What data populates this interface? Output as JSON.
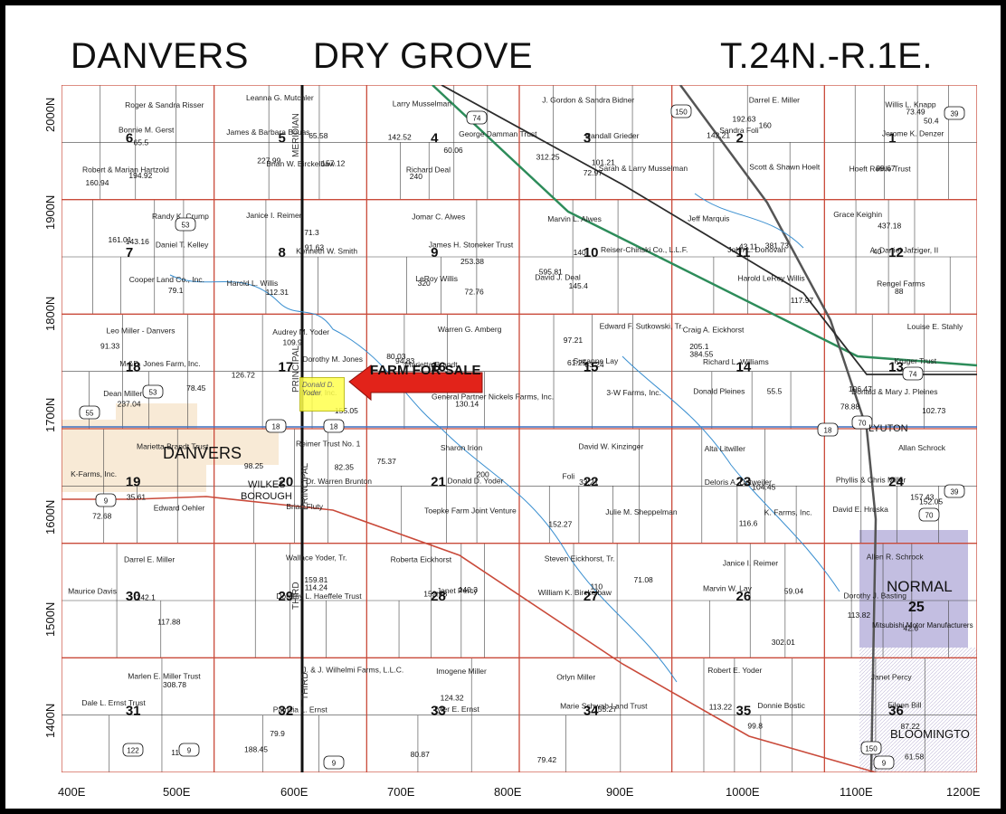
{
  "titles": {
    "left": "DANVERS",
    "center": "DRY GROVE",
    "right": "T.24N.-R.1E."
  },
  "y_axis": [
    "2000N",
    "1900N",
    "1800N",
    "1700N",
    "1600N",
    "1500N",
    "1400N"
  ],
  "x_axis": [
    "400E",
    "500E",
    "600E",
    "700E",
    "800E",
    "900E",
    "1000E",
    "1100E",
    "1200E"
  ],
  "callout": {
    "label": "FARM FOR SALE",
    "parcel": "Donald D. Yoder"
  },
  "places": {
    "danvers": "DANVERS",
    "wilkes": "WILKES",
    "borough": "BOROUGH",
    "normal": "NORMAL",
    "normal_num": "25",
    "mitsubishi": "Mitsubishi Motor Manufacturers",
    "lyuton": "LYUTON",
    "bloomington": "BLOOMINGTO"
  },
  "roads": {
    "meridian": "MERIDIAN",
    "principal": "PRINCIPAL",
    "third": "THIRD"
  },
  "highways": [
    "74",
    "150",
    "18",
    "9",
    "122",
    "53",
    "55",
    "70",
    "39"
  ],
  "sections": [
    "1",
    "2",
    "3",
    "4",
    "5",
    "6",
    "7",
    "8",
    "9",
    "10",
    "11",
    "12",
    "13",
    "14",
    "15",
    "16",
    "17",
    "18",
    "19",
    "20",
    "21",
    "22",
    "23",
    "24",
    "25",
    "26",
    "27",
    "28",
    "29",
    "30",
    "31",
    "32",
    "33",
    "34",
    "35",
    "36"
  ],
  "owners": [
    "Roger & Sandra Risser",
    "Leanna G. Mutchler",
    "Larry Musselman",
    "J. Gordon & Sandra Bidner",
    "Darrel E. Miller",
    "Willis L. Knapp",
    "Randy K. Crump",
    "Janice I. Reimer",
    "Jomar C. Alwes",
    "Marvin L. Alwes",
    "Jeff Marquis",
    "Grace Keighin",
    "Leo Miller - Danvers",
    "Audrey M. Yoder",
    "Warren G. Amberg",
    "Edward F. Sutkowski, Tr.",
    "Craig A. Eickhorst",
    "Louise E. Stahly",
    "Marietta Brandt Trust",
    "Reimer Trust No. 1",
    "Sharon Irion",
    "David W. Kinzinger",
    "Alta Litwiller",
    "Allan Schrock",
    "Darrel E. Miller",
    "Wallace Yoder, Tr.",
    "Roberta Eickhorst",
    "Steven Eickhorst, Tr.",
    "Janice I. Reimer",
    "Allen R. Schrock",
    "Marlen E. Miller Trust",
    "J. & J. Wilhelmi Farms, L.L.C.",
    "Imogene Miller",
    "Orlyn Miller",
    "Robert E. Yoder",
    "Janet Percy",
    "Bonnie M. Gerst",
    "James & Barbara Bouas",
    "George Damman Trust",
    "Randall Grieder",
    "Sandra Foli",
    "Jerome K. Denzer",
    "Daniel T. Kelley",
    "Kenneth W. Smith",
    "James H. Stoneker Trust",
    "Reiser-Chinski Co., L.L.F.",
    "John L. Donovan",
    "A. Daniel Jafziger, II",
    "M.&D. Jones Farm, Inc.",
    "Dorothy M. Jones",
    "Marietta Brandt",
    "Suzanne Lay",
    "Richard L. Williams",
    "Kruger Trust",
    "K-Farms, Inc.",
    "Dr. Warren Brunton",
    "Donald D. Yoder",
    "Foli",
    "Deloris A. Detweiler",
    "Phyllis & Chris Miller",
    "Maurice Davis",
    "Dorothy L. Haeffele Trust",
    "Janet Percy",
    "William K. Birckelbaw",
    "Marvin W. Lay",
    "Dorothy J. Basting",
    "Dale L. Ernst Trust",
    "Patricia L. Ernst",
    "Tyler E. Ernst",
    "Marie Schwab Land Trust",
    "Donnie Bostic",
    "Eileen Bill",
    "Robert & Marian Hartzold",
    "Brian W. Birckelbaw",
    "Richard Deal",
    "Sarah & Larry Musselman",
    "Scott & Shawn Hoelt",
    "Hoeft Reinle Trust",
    "Cooper Land Co., Inc.",
    "Harold L. Willis",
    "LeRoy Willis",
    "David J. Deal",
    "Harold LeRoy Willis",
    "Rengel Farms",
    "Dean Miller",
    "Kaco, Inc.",
    "General Partner Nickels Farms, Inc.",
    "3-W Farms, Inc.",
    "Donald Pleines",
    "Donald & Mary J. Pleines",
    "Edward Oehler",
    "Brian Fluty",
    "Toepke Farm Joint Venture",
    "Julie M. Sheppelman",
    "K. Farms, Inc.",
    "David E. Hruska"
  ],
  "acreages": [
    "160.94",
    "157.12",
    "60.06",
    "101.21",
    "192.63",
    "73.49",
    "79.1",
    "71.3",
    "72.76",
    "145.4",
    "117.97",
    "40",
    "237.04",
    "109.9",
    "130.14",
    "61.25",
    "55.5",
    "106.47",
    "35.61",
    "82.35",
    "75.37",
    "152.27",
    "116.6",
    "157.43",
    "117.88",
    "159.81",
    "152.38",
    "110",
    "59.04",
    "42.6",
    "117.92",
    "79.9",
    "124.32",
    "79.42",
    "99.8",
    "61.58",
    "194.92",
    "65.58",
    "142.52",
    "72.97",
    "142.21",
    "99.67",
    "161.01",
    "112.31",
    "253.38",
    "140",
    "43.11",
    "88",
    "78.45",
    "155.05",
    "80.03",
    "83.24",
    "205.1",
    "102.73",
    "72.68",
    "98.25",
    "200",
    "33.21",
    "104.45",
    "152.05",
    "242.1",
    "114.24",
    "140.3",
    "71.08",
    "302.01",
    "113.82",
    "308.78",
    "188.45",
    "80.87",
    "155.27",
    "113.22",
    "87.22",
    "65.5",
    "227.99",
    "240",
    "312.25",
    "160",
    "50.4",
    "143.16",
    "91.63",
    "320",
    "595.81",
    "381.73",
    "437.18",
    "91.33",
    "126.72",
    "94.83",
    "97.21",
    "384.55",
    "78.88"
  ]
}
